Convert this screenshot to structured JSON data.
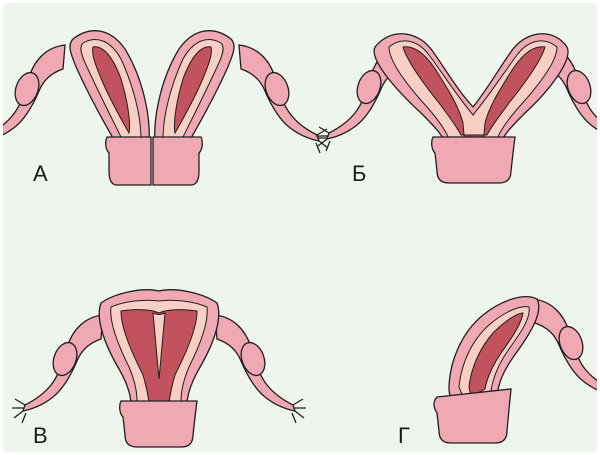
{
  "background_color": "#eef5ec",
  "colors": {
    "outer": "#f0a8b3",
    "inner": "#f7cfc4",
    "cavity": "#c2525e",
    "outline": "#1e1e1e"
  },
  "panels": [
    {
      "label": "А",
      "variant": "uterus-didelphys"
    },
    {
      "label": "Б",
      "variant": "bicornuate-uterus"
    },
    {
      "label": "В",
      "variant": "septate-uterus"
    },
    {
      "label": "Г",
      "variant": "unicornuate-uterus"
    }
  ]
}
